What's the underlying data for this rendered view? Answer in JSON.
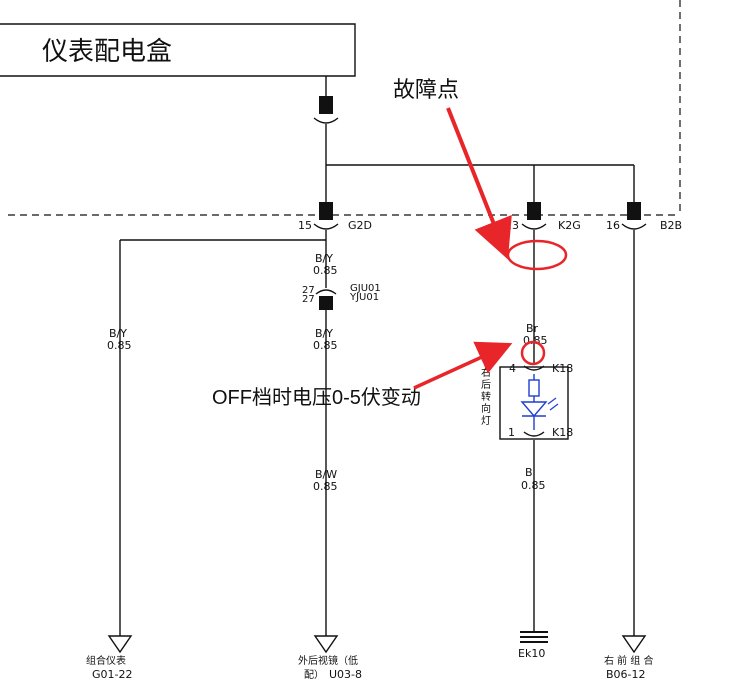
{
  "box_title": "仪表配电盒",
  "fault_point_label": "故障点",
  "voltage_note": "OFF档时电压0-5伏变动",
  "connectors": {
    "g2d_pin": "15",
    "g2d": "G2D",
    "k2g_pin": "23",
    "k2g": "K2G",
    "b2b_pin": "16",
    "b2b": "B2B",
    "gju01_pin": "27",
    "gju01": "GJU01",
    "yju01_pin": "27",
    "yju01": "YJU01",
    "k18_top_pin": "4",
    "k18_top": "K18",
    "k18_bot_pin": "1",
    "k18_bot": "K18"
  },
  "wires": {
    "g2d_out_color": "B/Y",
    "g2d_out_size": "0.85",
    "left_color": "B/Y",
    "left_size": "0.85",
    "mid_upper_color": "B/Y",
    "mid_upper_size": "0.85",
    "mid_lower_color": "B/W",
    "mid_lower_size": "0.85",
    "br_color": "Br",
    "br_size": "0.85",
    "b_color": "B",
    "b_size": "0.85"
  },
  "lamp_label": [
    "右",
    "后",
    "转",
    "向",
    "灯"
  ],
  "destinations": {
    "left_name": "组合仪表",
    "left_code": "G01-22",
    "mid_name": "外后视镜（低",
    "mid_name2": "配）",
    "mid_code": "U03-8",
    "ground": "Ek10",
    "right_name": "右  前  组  合",
    "right_code": "B06-12"
  },
  "colors": {
    "line": "#111111",
    "annotation_red": "#e8262a",
    "lamp_blue": "#1f3fd1"
  }
}
